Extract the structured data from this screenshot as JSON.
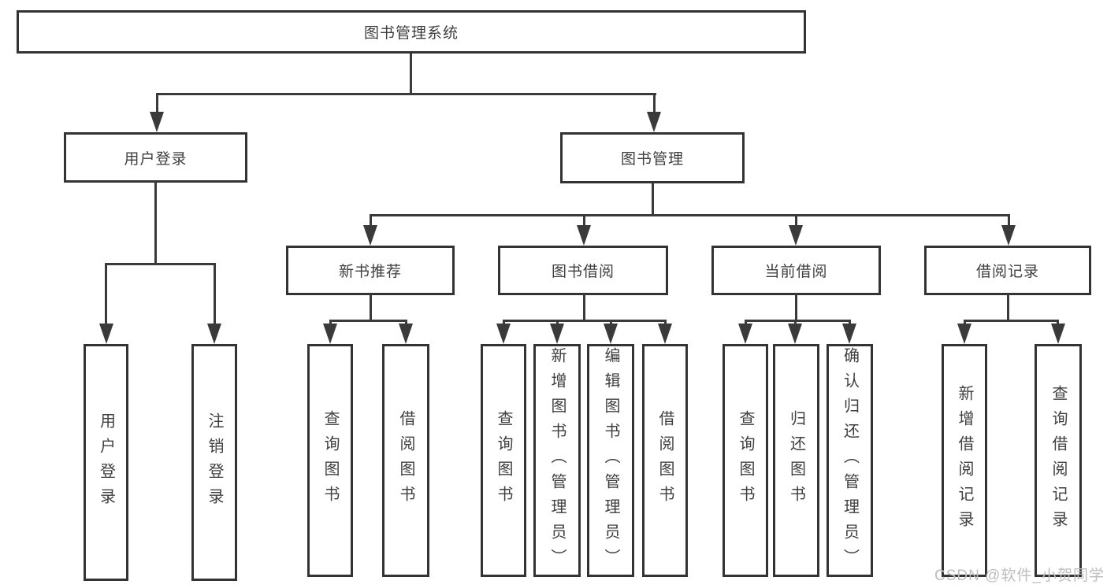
{
  "diagram": {
    "root_label": "图书管理系统",
    "branches": {
      "user_login": "用户登录",
      "book_mgmt": "图书管理"
    },
    "modules": [
      "新书推荐",
      "图书借阅",
      "当前借阅",
      "借阅记录"
    ],
    "leaves": [
      "用户登录",
      "注销登录",
      "查询图书",
      "借阅图书",
      "查询图书",
      "新增图书（管理员）",
      "编辑图书（管理员）",
      "借阅图书",
      "查询图书",
      "归还图书",
      "确认归还（管理员）",
      "新增借阅记录",
      "查询借阅记录"
    ],
    "watermark": "CSDN @软件_小贺同学",
    "colors": {
      "border": "#333333",
      "line": "#3a3a3a",
      "text": "#3f3f3f",
      "watermark": "#bdbdbd",
      "background": "#ffffff"
    },
    "hierarchy": {
      "root": "图书管理系统",
      "children": [
        {
          "label": "用户登录",
          "children": [
            "用户登录",
            "注销登录"
          ]
        },
        {
          "label": "图书管理",
          "children": [
            {
              "label": "新书推荐",
              "children": [
                "查询图书",
                "借阅图书"
              ]
            },
            {
              "label": "图书借阅",
              "children": [
                "查询图书",
                "新增图书（管理员）",
                "编辑图书（管理员）",
                "借阅图书"
              ]
            },
            {
              "label": "当前借阅",
              "children": [
                "查询图书",
                "归还图书",
                "确认归还（管理员）"
              ]
            },
            {
              "label": "借阅记录",
              "children": [
                "新增借阅记录",
                "查询借阅记录"
              ]
            }
          ]
        }
      ]
    }
  }
}
